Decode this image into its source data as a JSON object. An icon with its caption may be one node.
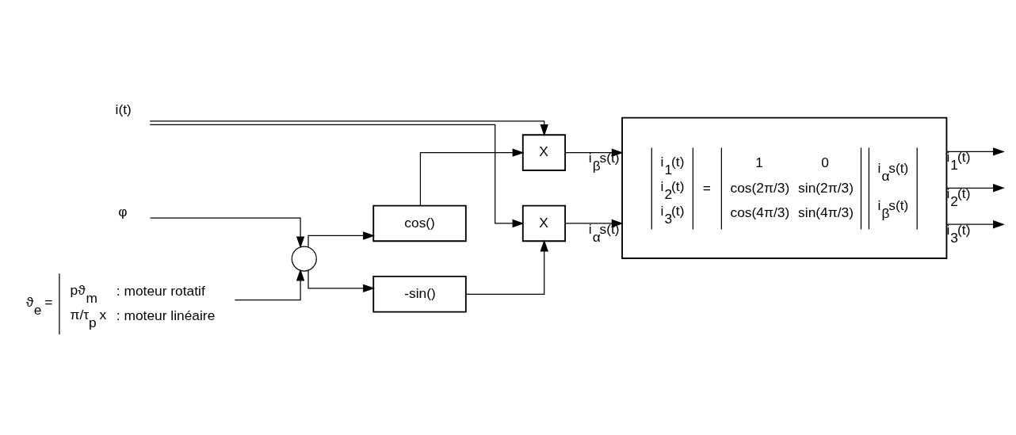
{
  "diagram": {
    "nodes": [
      {
        "text": [
          "i(t)"
        ]
      },
      {
        "text": [
          "-sin()"
        ]
      },
      {
        "text": [
          "cos()"
        ]
      },
      {
        "text": [
          "X"
        ]
      },
      {
        "text": [
          "X"
        ]
      },
      {
        "text": [
          "i$_{1}$(t)",
          "i$_{2}$(t)",
          "i$_{3}$(t)",
          "=",
          "1",
          "0",
          "cos(2π/3)",
          "sin(2π/3)",
          "cos(4π/3)",
          "sin(4π/3)",
          "i$_{α}$s(t)",
          "i$_{β}$s(t)"
        ]
      },
      {
        "text": [],
        "shape": "circle"
      },
      {
        "text": [
          "φ"
        ]
      },
      {
        "text": [
          "ϑ$_{e}$ =",
          "pϑ$_{m}$",
          ": moteur rotatif",
          "π/τ$_{p}$ x",
          ": moteur linéaire"
        ]
      }
    ],
    "edges": [
      {
        "from": 0,
        "to": 3,
        "arrow": "to"
      },
      {
        "from": 0,
        "to": 4,
        "arrow": "to"
      },
      {
        "from": 6,
        "to": 1,
        "arrow": "to"
      },
      {
        "from": 6,
        "to": 2,
        "arrow": "to"
      },
      {
        "from": 1,
        "to": 3,
        "arrow": "to"
      },
      {
        "from": 2,
        "to": 4,
        "arrow": "to"
      },
      {
        "from": 3,
        "to": 5,
        "arrow": "to",
        "label": "i$_{α}$s(t)"
      },
      {
        "from": 4,
        "to": 5,
        "arrow": "to",
        "label": "i$_{β}$s(t)"
      },
      {
        "from": 5,
        "to": null,
        "arrow": "to",
        "label": "i$_{1}$(t)"
      },
      {
        "from": 5,
        "to": null,
        "arrow": "to",
        "label": "i$_{2}$(t)"
      },
      {
        "from": 5,
        "to": null,
        "arrow": "to",
        "label": "i$_{3}$(t)"
      },
      {
        "from": 7,
        "to": 6,
        "arrow": "to"
      },
      {
        "from": 8,
        "to": 6,
        "arrow": "to"
      }
    ]
  }
}
